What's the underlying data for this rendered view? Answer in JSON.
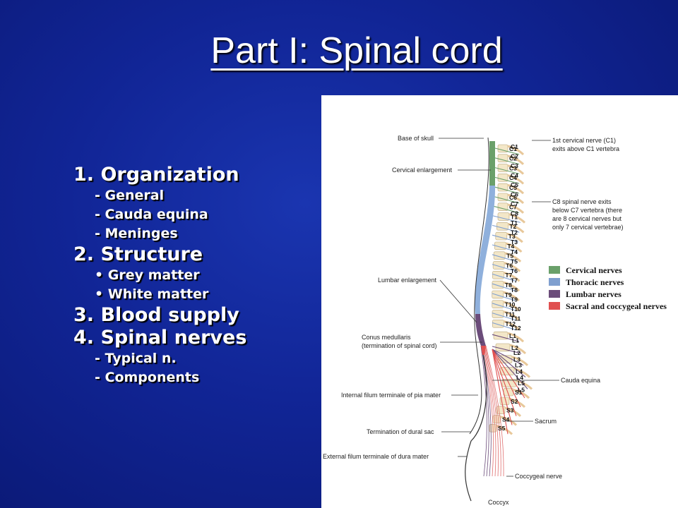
{
  "slide": {
    "title": "Part I: Spinal cord",
    "outline": [
      {
        "level": 1,
        "text": "1. Organization"
      },
      {
        "level": 2,
        "text": "- General"
      },
      {
        "level": 2,
        "text": "- Cauda equina"
      },
      {
        "level": 2,
        "text": "- Meninges"
      },
      {
        "level": 1,
        "text": "2. Structure"
      },
      {
        "level": 2,
        "text": "• Grey matter"
      },
      {
        "level": 2,
        "text": "• White matter"
      },
      {
        "level": 1,
        "text": "3. Blood supply"
      },
      {
        "level": 1,
        "text": "4. Spinal nerves"
      },
      {
        "level": 2,
        "text": "-  Typical n."
      },
      {
        "level": 2,
        "text": "-  Components"
      }
    ]
  },
  "figure": {
    "labels_left": {
      "base_of_skull": "Base of skull",
      "cervical_enlargement": "Cervical enlargement",
      "lumbar_enlargement": "Lumbar enlargement",
      "conus_1": "Conus medullaris",
      "conus_2": "(termination of spinal cord)",
      "filum_internal": "Internal filum terminale of pia mater",
      "dural_sac": "Termination of dural sac",
      "filum_external": "External filum terminale of dura mater",
      "coccyx": "Coccyx"
    },
    "labels_right": {
      "c1_note_1": "1st cervical nerve (C1)",
      "c1_note_2": "exits above C1 vertebra",
      "c8_note_1": "C8 spinal nerve exits",
      "c8_note_2": "below C7 vertebra (there",
      "c8_note_3": "are 8 cervical nerves but",
      "c8_note_4": "only 7 cervical vertebrae)",
      "cauda_equina": "Cauda equina",
      "sacrum": "Sacrum",
      "coccygeal_nerve": "Coccygeal nerve"
    },
    "legend": [
      {
        "label": "Cervical nerves",
        "color": "#6aa06a"
      },
      {
        "label": "Thoracic nerves",
        "color": "#7f9fcf"
      },
      {
        "label": "Lumbar nerves",
        "color": "#6b4c7a"
      },
      {
        "label": "Sacral and coccygeal nerves",
        "color": "#e05050"
      }
    ],
    "vertebra_labels": {
      "inner": [
        "C1",
        "C2",
        "C3",
        "C4",
        "C5",
        "C6",
        "C7",
        "T1",
        "T2",
        "T3",
        "T4",
        "T5",
        "T6",
        "T7",
        "T8",
        "T9",
        "T10",
        "T11",
        "T12",
        "L1",
        "L2",
        "L3",
        "L4",
        "L5",
        "S1",
        "S2",
        "S3",
        "S4",
        "S5"
      ],
      "outer": [
        "C1",
        "C2",
        "C3",
        "C4",
        "C5",
        "C6",
        "C7",
        "C8",
        "T1",
        "T2",
        "T3",
        "T4",
        "T5",
        "T6",
        "T7",
        "T8",
        "T9",
        "T10",
        "T11",
        "T12",
        "L1",
        "L2",
        "L3",
        "L4",
        "L5"
      ]
    }
  }
}
